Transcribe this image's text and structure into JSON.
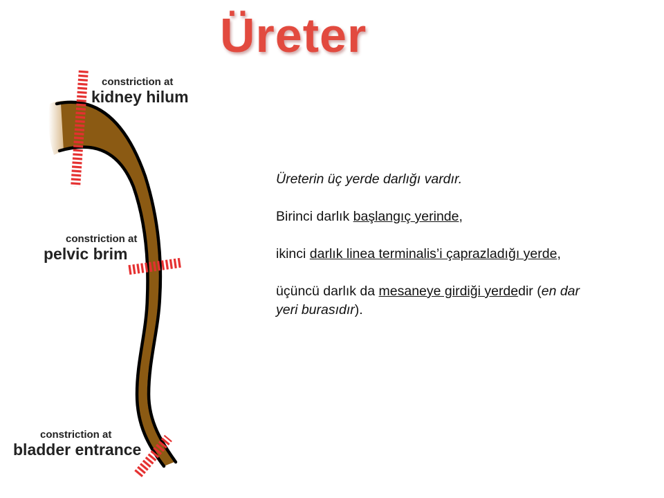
{
  "slide": {
    "title": "Üreter"
  },
  "diagram": {
    "labels": {
      "hilum_small": "constriction at",
      "hilum_big": "kidney hilum",
      "brim_small": "constriction at",
      "brim_big": "pelvic brim",
      "bladder_small": "constriction at",
      "bladder_big": "bladder entrance"
    },
    "colors": {
      "ureter_fill": "#8b5a13",
      "kidney_fill": "#c89b5a",
      "outline": "#000000",
      "constriction_marker": "#e53030"
    }
  },
  "text": {
    "p1": "Üreterin üç yerde darlığı vardır.",
    "p2_a": "Birinci darlık ",
    "p2_u": "başlangıç yerinde",
    "p2_b": ",",
    "p3_a": "ikinci ",
    "p3_u": "darlık linea terminalis’i çaprazladığı yerde",
    "p3_b": ",",
    "p4_a": "üçüncü darlık da ",
    "p4_u": "mesaneye girdiği yerde",
    "p4_b": "dir (",
    "p4_i": "en dar yeri burasıdır",
    "p4_c": ")."
  }
}
